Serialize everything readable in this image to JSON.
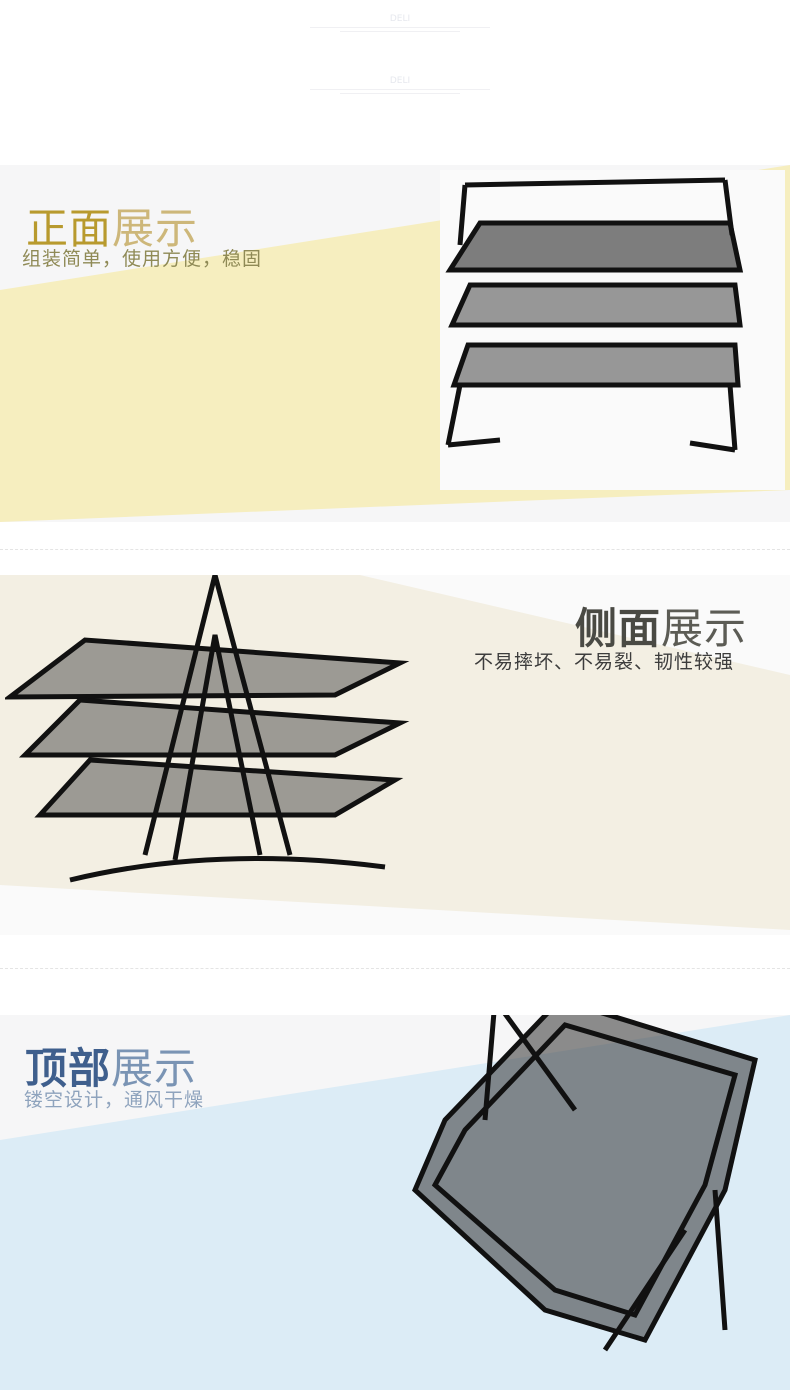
{
  "watermark": {
    "brand": "DELI"
  },
  "sections": [
    {
      "title_strong": "正面",
      "title_light": "展示",
      "subtitle": "组装简单，使用方便，稳固",
      "colors": {
        "strong": "#b89a2e",
        "light": "#cdb77a",
        "sub": "#8f8a56",
        "band": "#f6eebf"
      }
    },
    {
      "title_strong": "侧面",
      "title_light": "展示",
      "subtitle": "不易摔坏、不易裂、韧性较强",
      "colors": {
        "strong": "#4a4a44",
        "light": "#5c5c55",
        "sub": "#3c3c3c",
        "band": "#f3efe3"
      }
    },
    {
      "title_strong": "顶部",
      "title_light": "展示",
      "subtitle": "镂空设计，通风干燥",
      "colors": {
        "strong": "#3f5f8d",
        "light": "#7a94b4",
        "sub": "#8ea3bd",
        "band": "#dcecf6"
      }
    }
  ]
}
